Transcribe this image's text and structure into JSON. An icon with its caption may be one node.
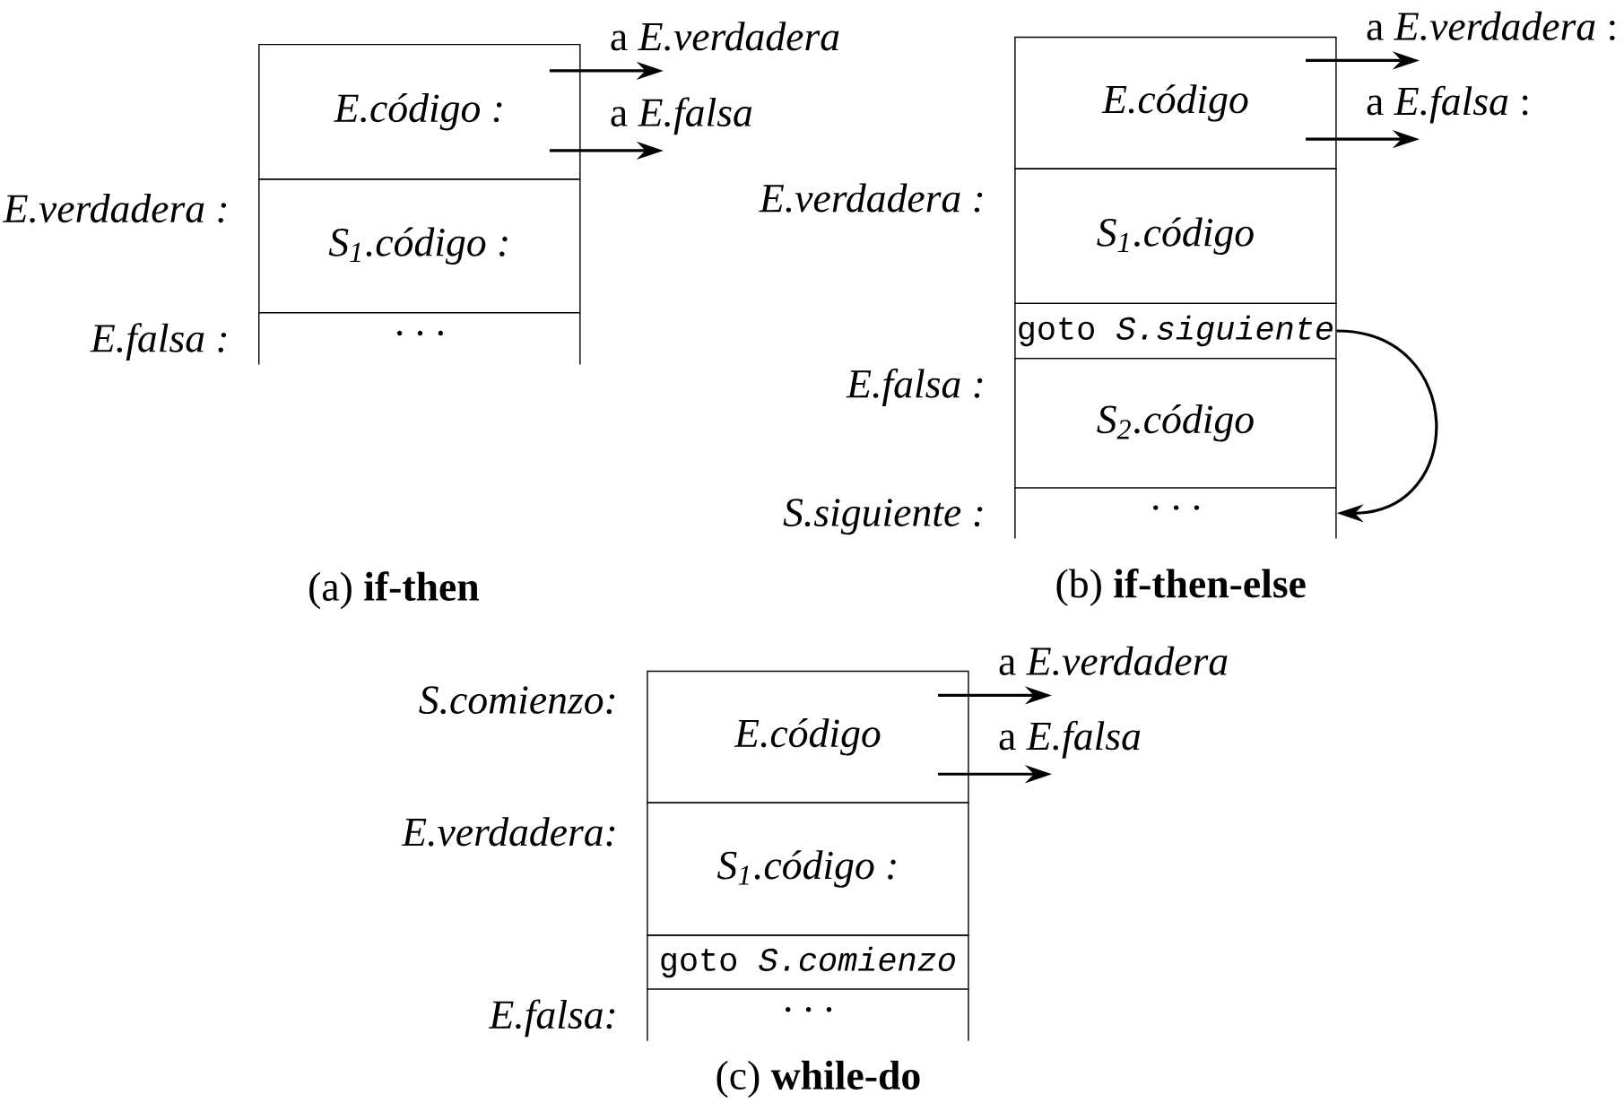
{
  "diagram": {
    "nodes": [
      {
        "text": [
          "E.código :"
        ]
      },
      {
        "text": [
          "S$_{1}$.código :"
        ],
        "beside": [
          "E.verdadera :"
        ]
      },
      {
        "text": [
          "· · ·"
        ],
        "beside": [
          "E.falsa :"
        ]
      },
      {
        "text": [
          "E.código"
        ]
      },
      {
        "text": [
          "S$_{1}$.código"
        ],
        "beside": [
          "E.verdadera :"
        ]
      },
      {
        "text": [
          "goto *S.siguiente*"
        ]
      },
      {
        "text": [
          "S$_{2}$.código"
        ],
        "beside": [
          "E.falsa :"
        ]
      },
      {
        "text": [
          "· · ·"
        ],
        "beside": [
          "S.siguiente :"
        ]
      },
      {
        "text": [
          "E.código"
        ],
        "beside": [
          "S.comienzo:"
        ]
      },
      {
        "text": [
          "S$_{1}$.código :"
        ],
        "beside": [
          "E.verdadera:"
        ]
      },
      {
        "text": [
          "goto *S.comienzo*"
        ]
      },
      {
        "text": [
          "· · ·"
        ],
        "beside": [
          "E.falsa:"
        ]
      }
    ],
    "edges": [
      {
        "from": 0,
        "to": null,
        "arrow": "to",
        "label": "a *E.verdadera*"
      },
      {
        "from": 0,
        "to": null,
        "arrow": "to",
        "label": "a *E.falsa*"
      },
      {
        "from": 3,
        "to": null,
        "arrow": "to",
        "label": "a *E.verdadera* :"
      },
      {
        "from": 3,
        "to": null,
        "arrow": "to",
        "label": "a *E.falsa* :"
      },
      {
        "from": 5,
        "to": 7,
        "arrow": "to"
      },
      {
        "from": 8,
        "to": null,
        "arrow": "to",
        "label": "a *E.verdadera*"
      },
      {
        "from": 8,
        "to": null,
        "arrow": "to",
        "label": "a *E.falsa*"
      }
    ],
    "labels": [
      "(a) **if-then**",
      "(b) **if-then-else**",
      "(c) **while-do**"
    ]
  }
}
